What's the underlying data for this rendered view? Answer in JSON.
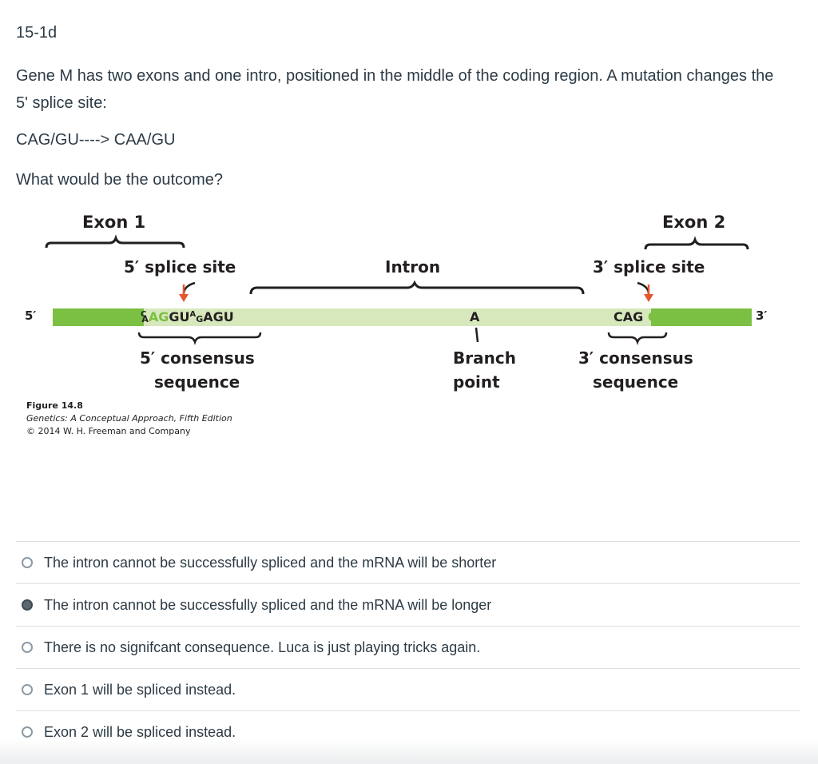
{
  "question": {
    "number": "15-1d",
    "text": "Gene M has two exons and one intro, positioned in the middle of the coding region. A mutation changes the 5' splice site:",
    "mutation": "CAG/GU----> CAA/GU",
    "ask": "What would be the outcome?"
  },
  "figure": {
    "exon1_label": "Exon 1",
    "exon2_label": "Exon 2",
    "splice5_label": "5′ splice site",
    "intron_label": "Intron",
    "splice3_label": "3′ splice site",
    "end5_label": "5′",
    "end3_label": "3′",
    "seq5": {
      "a": "C",
      "b": "A",
      "c": "AG",
      "d": "GU",
      "e": "A",
      "f": "G",
      "g": "AGU"
    },
    "branch_base": "A",
    "seq3": {
      "a": "CAG",
      "b": "G"
    },
    "consensus5_line1": "5′ consensus",
    "consensus5_line2": "sequence",
    "branch_line1": "Branch",
    "branch_line2": "point",
    "consensus3_line1": "3′ consensus",
    "consensus3_line2": "sequence",
    "caption_title": "Figure 14.8",
    "caption_book": "Genetics: A Conceptual Approach, Fifth Edition",
    "caption_copyright": "© 2014 W. H. Freeman and Company",
    "colors": {
      "exon": "#7bc043",
      "intron": "#d7e8bc",
      "arrow": "#e4572e"
    }
  },
  "options": [
    {
      "label": "The intron cannot be successfully spliced and the mRNA will be shorter",
      "selected": false
    },
    {
      "label": "The intron cannot be successfully spliced and the mRNA will be longer",
      "selected": true
    },
    {
      "label": "There is no signifcant consequence. Luca is just playing tricks again.",
      "selected": false
    },
    {
      "label": "Exon 1 will be spliced instead.",
      "selected": false
    },
    {
      "label": "Exon 2 will be spliced instead.",
      "selected": false
    }
  ]
}
